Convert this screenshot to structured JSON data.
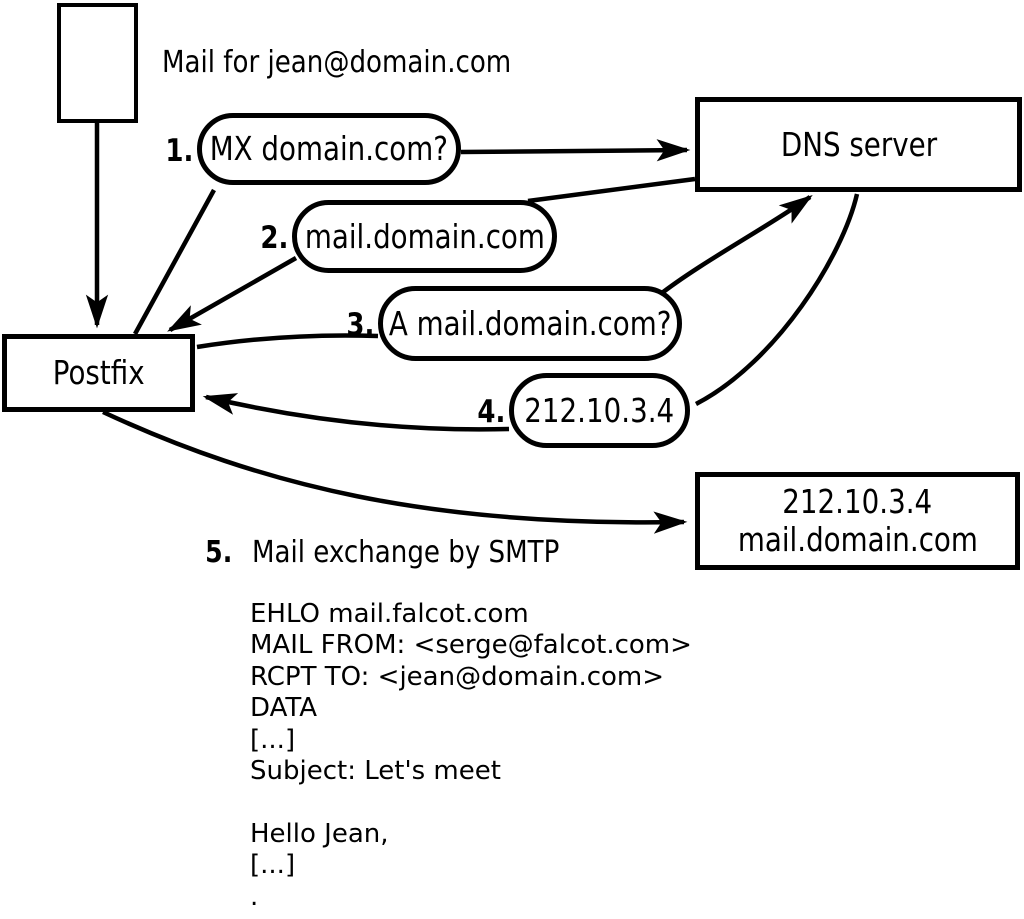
{
  "diagram": {
    "intro_label": "Mail for jean@domain.com",
    "nodes": {
      "postfix": "Postfix",
      "dns": "DNS server",
      "mail_server_ip": "212.10.3.4",
      "mail_server_hostname": "mail.domain.com"
    },
    "steps": [
      {
        "num": "1.",
        "label": "MX domain.com?"
      },
      {
        "num": "2.",
        "label": "mail.domain.com"
      },
      {
        "num": "3.",
        "label": "A mail.domain.com?"
      },
      {
        "num": "4.",
        "label": "212.10.3.4"
      },
      {
        "num": "5.",
        "label": "Mail exchange by SMTP"
      }
    ],
    "smtp_session_lines": [
      "EHLO mail.falcot.com",
      "MAIL FROM: <serge@falcot.com>",
      "RCPT TO: <jean@domain.com>",
      "DATA",
      "[...]",
      "Subject: Let's meet",
      "",
      "Hello Jean,",
      "[...]",
      "."
    ],
    "colors": {
      "ink": "#000000",
      "paper": "#ffffff"
    }
  }
}
